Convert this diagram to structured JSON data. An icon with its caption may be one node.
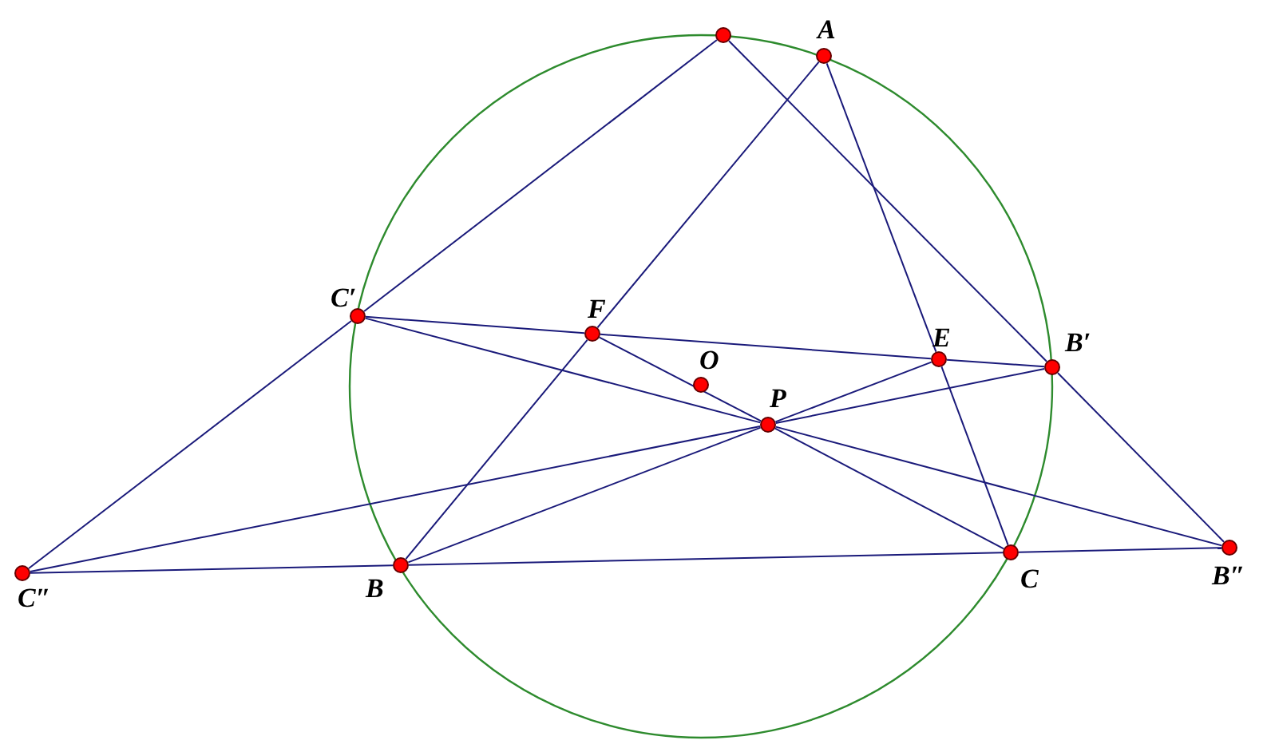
{
  "diagram": {
    "nodes": [
      {
        "text": [],
        "shape": "circle"
      },
      {
        "text": [
          "A"
        ]
      },
      {
        "text": [
          "C′"
        ]
      },
      {
        "text": [
          "F"
        ]
      },
      {
        "text": [
          "E"
        ]
      },
      {
        "text": [
          "B′"
        ]
      },
      {
        "text": [
          "O"
        ]
      },
      {
        "text": [
          "P"
        ]
      },
      {
        "text": [
          "C″"
        ]
      },
      {
        "text": [
          "B"
        ]
      },
      {
        "text": [
          "C"
        ]
      },
      {
        "text": [
          "B″"
        ]
      }
    ],
    "edges": [
      {
        "from": 0,
        "to": 2,
        "arrow": "none"
      },
      {
        "from": 2,
        "to": 8,
        "arrow": "none"
      },
      {
        "from": 0,
        "to": 5,
        "arrow": "none"
      },
      {
        "from": 5,
        "to": 11,
        "arrow": "none"
      },
      {
        "from": 1,
        "to": 3,
        "arrow": "none"
      },
      {
        "from": 3,
        "to": 9,
        "arrow": "none"
      },
      {
        "from": 1,
        "to": 4,
        "arrow": "none"
      },
      {
        "from": 4,
        "to": 10,
        "arrow": "none"
      },
      {
        "from": 2,
        "to": 3,
        "arrow": "none"
      },
      {
        "from": 3,
        "to": 4,
        "arrow": "none"
      },
      {
        "from": 4,
        "to": 5,
        "arrow": "none"
      },
      {
        "from": 3,
        "to": 7,
        "arrow": "none"
      },
      {
        "from": 7,
        "to": 10,
        "arrow": "none"
      },
      {
        "from": 2,
        "to": 7,
        "arrow": "none"
      },
      {
        "from": 7,
        "to": 11,
        "arrow": "none"
      },
      {
        "from": 8,
        "to": 7,
        "arrow": "none"
      },
      {
        "from": 7,
        "to": 5,
        "arrow": "none"
      },
      {
        "from": 9,
        "to": 7,
        "arrow": "none"
      },
      {
        "from": 7,
        "to": 4,
        "arrow": "none"
      },
      {
        "from": 8,
        "to": 9,
        "arrow": "none"
      },
      {
        "from": 9,
        "to": 10,
        "arrow": "none"
      },
      {
        "from": 10,
        "to": 11,
        "arrow": "none"
      }
    ]
  }
}
